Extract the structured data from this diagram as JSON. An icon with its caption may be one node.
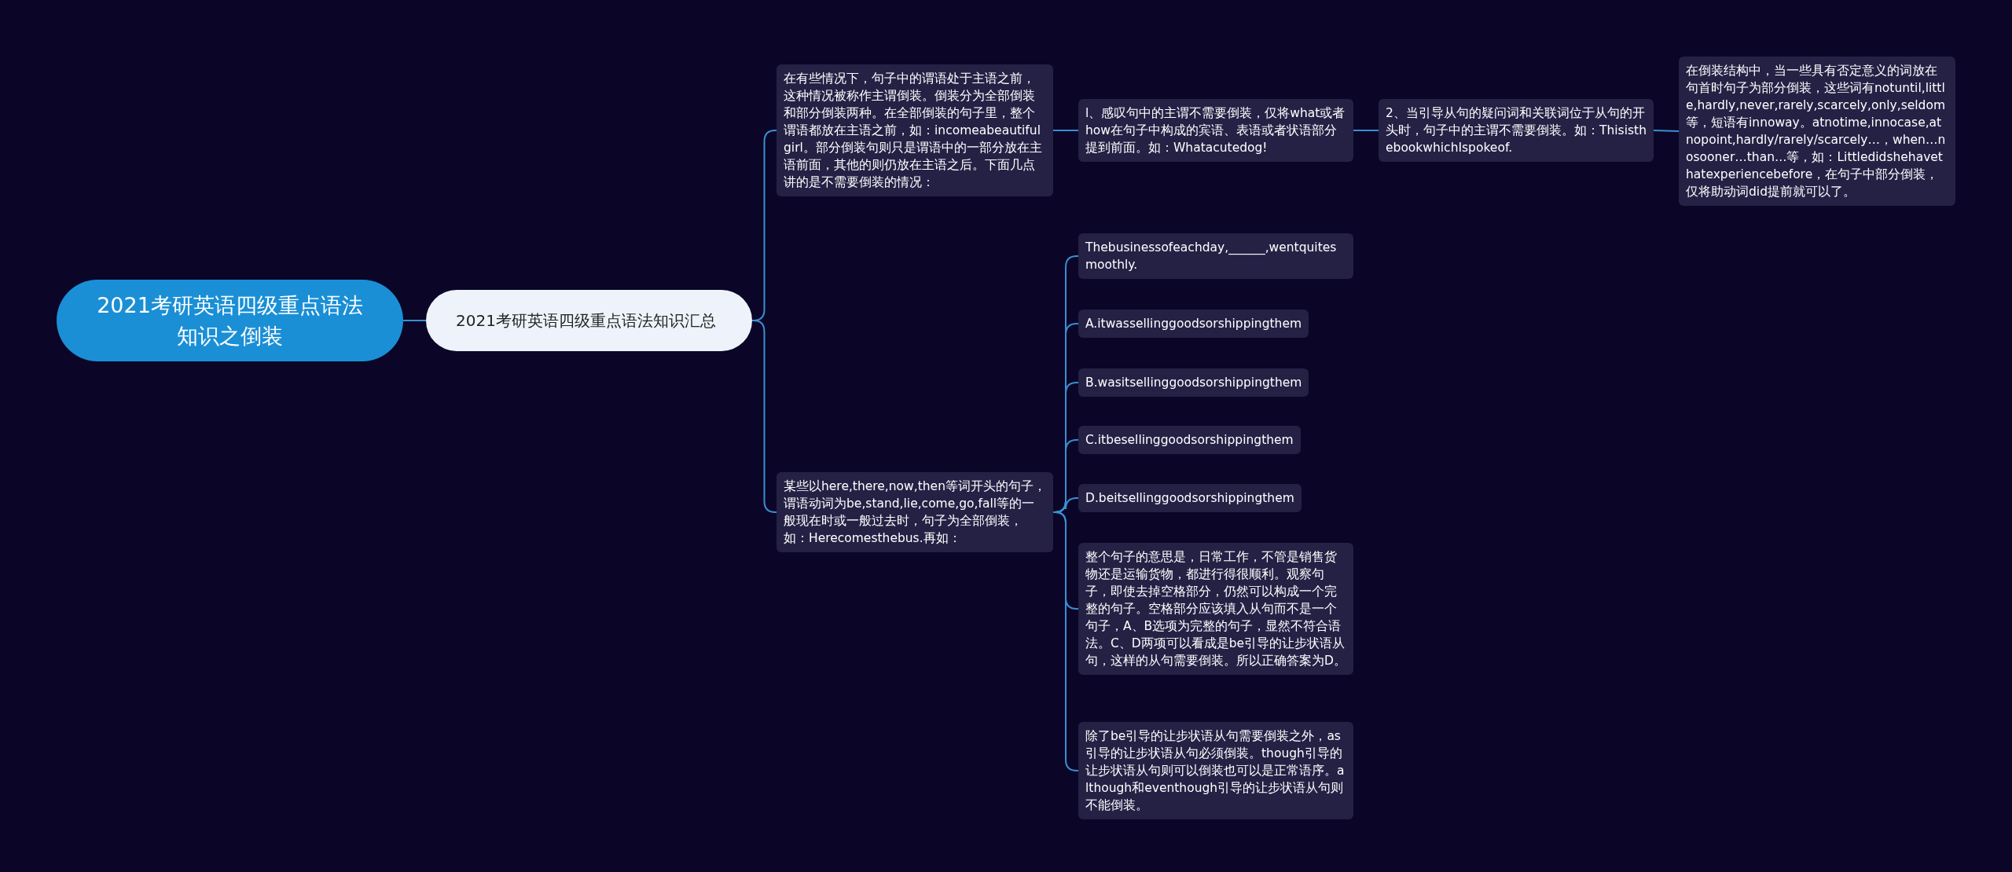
{
  "diagram": {
    "nodes": [
      {
        "text": [
          "2021考研英语四级重点语法知识之倒装"
        ]
      },
      {
        "text": [
          "2021考研英语四级重点语法知识汇总"
        ]
      },
      {
        "text": [
          "在有些情况下，句子中的谓语处于主语之前，这种情况被称作主谓倒装。倒装分为全部倒装和部分倒装两种。在全部倒装的句子里，整个谓语都放在主语之前，如：incomeabeautifulgirl。部分倒装句则只是谓语中的一部分放在主语前面，其他的则仍放在主语之后。下面几点讲的是不需要倒装的情况："
        ]
      },
      {
        "text": [
          "l、感叹句中的主谓不需要倒装，仅将what或者how在句子中构成的宾语、表语或者状语部分提到前面。如：Whatacutedog!"
        ]
      },
      {
        "text": [
          "2、当引导从句的疑问词和关联词位于从句的开头时，句子中的主谓不需要倒装。如：ThisisthebookwhichIspokeof."
        ]
      },
      {
        "text": [
          "在倒装结构中，当一些具有否定意义的词放在句首时句子为部分倒装，这些词有notuntil,little,hardly,never,rarely,scarcely,only,seldom等，短语有innoway。atnotime,innocase,atnopoint,hardly/rarely/scarcely…，when…nosooner…than…等，如：Littledidshehavethatexperiencebefore，在句子中部分倒装，仅将助动词did提前就可以了。"
        ]
      },
      {
        "text": [
          "某些以here,there,now,then等词开头的句子，谓语动词为be,stand,lie,come,go,fall等的一般现在时或一般过去时，句子为全部倒装，如：Herecomesthebus.再如："
        ]
      },
      {
        "text": [
          "Thebusinessofeachday,______,wentquitesmoothly."
        ]
      },
      {
        "text": [
          "A.itwassellinggoodsorshippingthem"
        ]
      },
      {
        "text": [
          "B.wasitsellinggoodsorshippingthem"
        ]
      },
      {
        "text": [
          "C.itbesellinggoodsorshippingthem"
        ]
      },
      {
        "text": [
          "D.beitsellinggoodsorshippingthem"
        ]
      },
      {
        "text": [
          "整个句子的意思是，日常工作，不管是销售货物还是运输货物，都进行得很顺利。观察句子，即使去掉空格部分，仍然可以构成一个完整的句子。空格部分应该填入从句而不是一个句子，A、B选项为完整的句子，显然不符合语法。C、D两项可以看成是be引导的让步状语从句，这样的从句需要倒装。所以正确答案为D。"
        ]
      },
      {
        "text": [
          "除了be引导的让步状语从句需要倒装之外，as引导的让步状语从句必须倒装。though引导的让步状语从句则可以倒装也可以是正常语序。although和eventhough引导的让步状语从句则不能倒装。"
        ]
      }
    ],
    "edges": [
      {
        "from": 0,
        "to": 1,
        "arrow": "none"
      },
      {
        "from": 1,
        "to": 2,
        "arrow": "none"
      },
      {
        "from": 1,
        "to": 6,
        "arrow": "none"
      },
      {
        "from": 2,
        "to": 3,
        "arrow": "none"
      },
      {
        "from": 3,
        "to": 4,
        "arrow": "none"
      },
      {
        "from": 4,
        "to": 5,
        "arrow": "none"
      },
      {
        "from": 6,
        "to": 7,
        "arrow": "none"
      },
      {
        "from": 6,
        "to": 8,
        "arrow": "none"
      },
      {
        "from": 6,
        "to": 9,
        "arrow": "none"
      },
      {
        "from": 6,
        "to": 10,
        "arrow": "none"
      },
      {
        "from": 6,
        "to": 11,
        "arrow": "none"
      },
      {
        "from": 6,
        "to": 12,
        "arrow": "none"
      },
      {
        "from": 6,
        "to": 13,
        "arrow": "none"
      }
    ]
  }
}
